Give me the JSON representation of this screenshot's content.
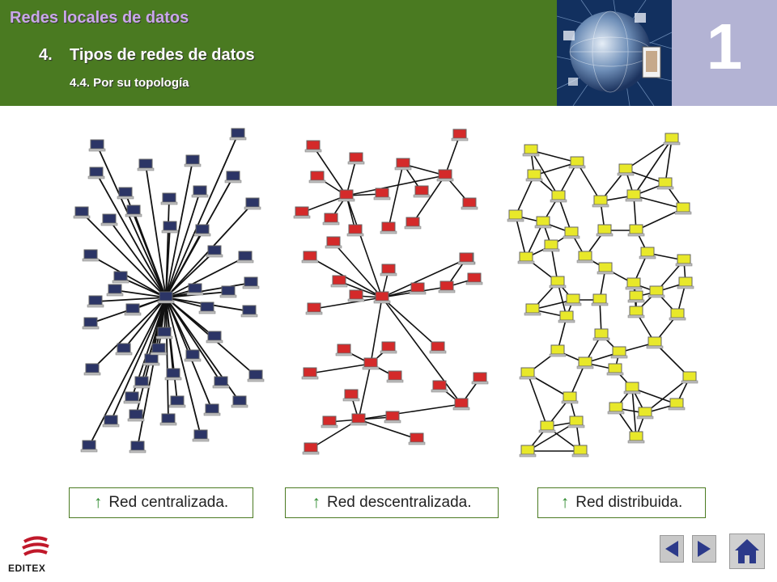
{
  "header": {
    "title": "Redes locales de datos",
    "section_number": "4.",
    "section_title": "Tipos de redes de datos",
    "subsection": "4.4. Por su topología",
    "chapter": "1"
  },
  "captions": {
    "arrow": "↑",
    "centralized": "Red centralizada.",
    "decentralized": "Red descentralizada.",
    "distributed": "Red distribuida."
  },
  "logo": {
    "text": "EDITEX"
  },
  "colors": {
    "header_green": "#4a7a21",
    "title_lavender": "#c9a8e8",
    "centralized_node": "#2c3566",
    "decentralized_node": "#d42a2a",
    "distributed_node": "#e8e82a",
    "chapter_box": "#b3b3d4"
  },
  "icons": {
    "prev": "triangle-left-icon",
    "next": "triangle-right-icon",
    "home": "home-icon",
    "node": "computer-icon",
    "globe": "globe-icon"
  }
}
